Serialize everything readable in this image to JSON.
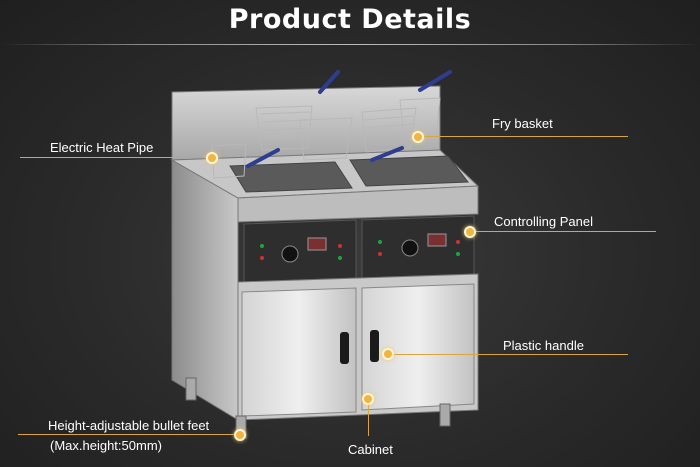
{
  "page": {
    "title": "Product Details"
  },
  "callouts": {
    "electric_heat_pipe": "Electric Heat Pipe",
    "fry_basket": "Fry basket",
    "controlling_panel": "Controlling Panel",
    "plastic_handle": "Plastic handle",
    "bullet_feet": "Height-adjustable bullet feet",
    "bullet_feet_note": "(Max.height:50mm)",
    "cabinet": "Cabinet"
  },
  "colors": {
    "background": "#2a2a2a",
    "callout_line": "#d9a441",
    "callout_dot": "#f0b53c",
    "text": "#ffffff"
  }
}
